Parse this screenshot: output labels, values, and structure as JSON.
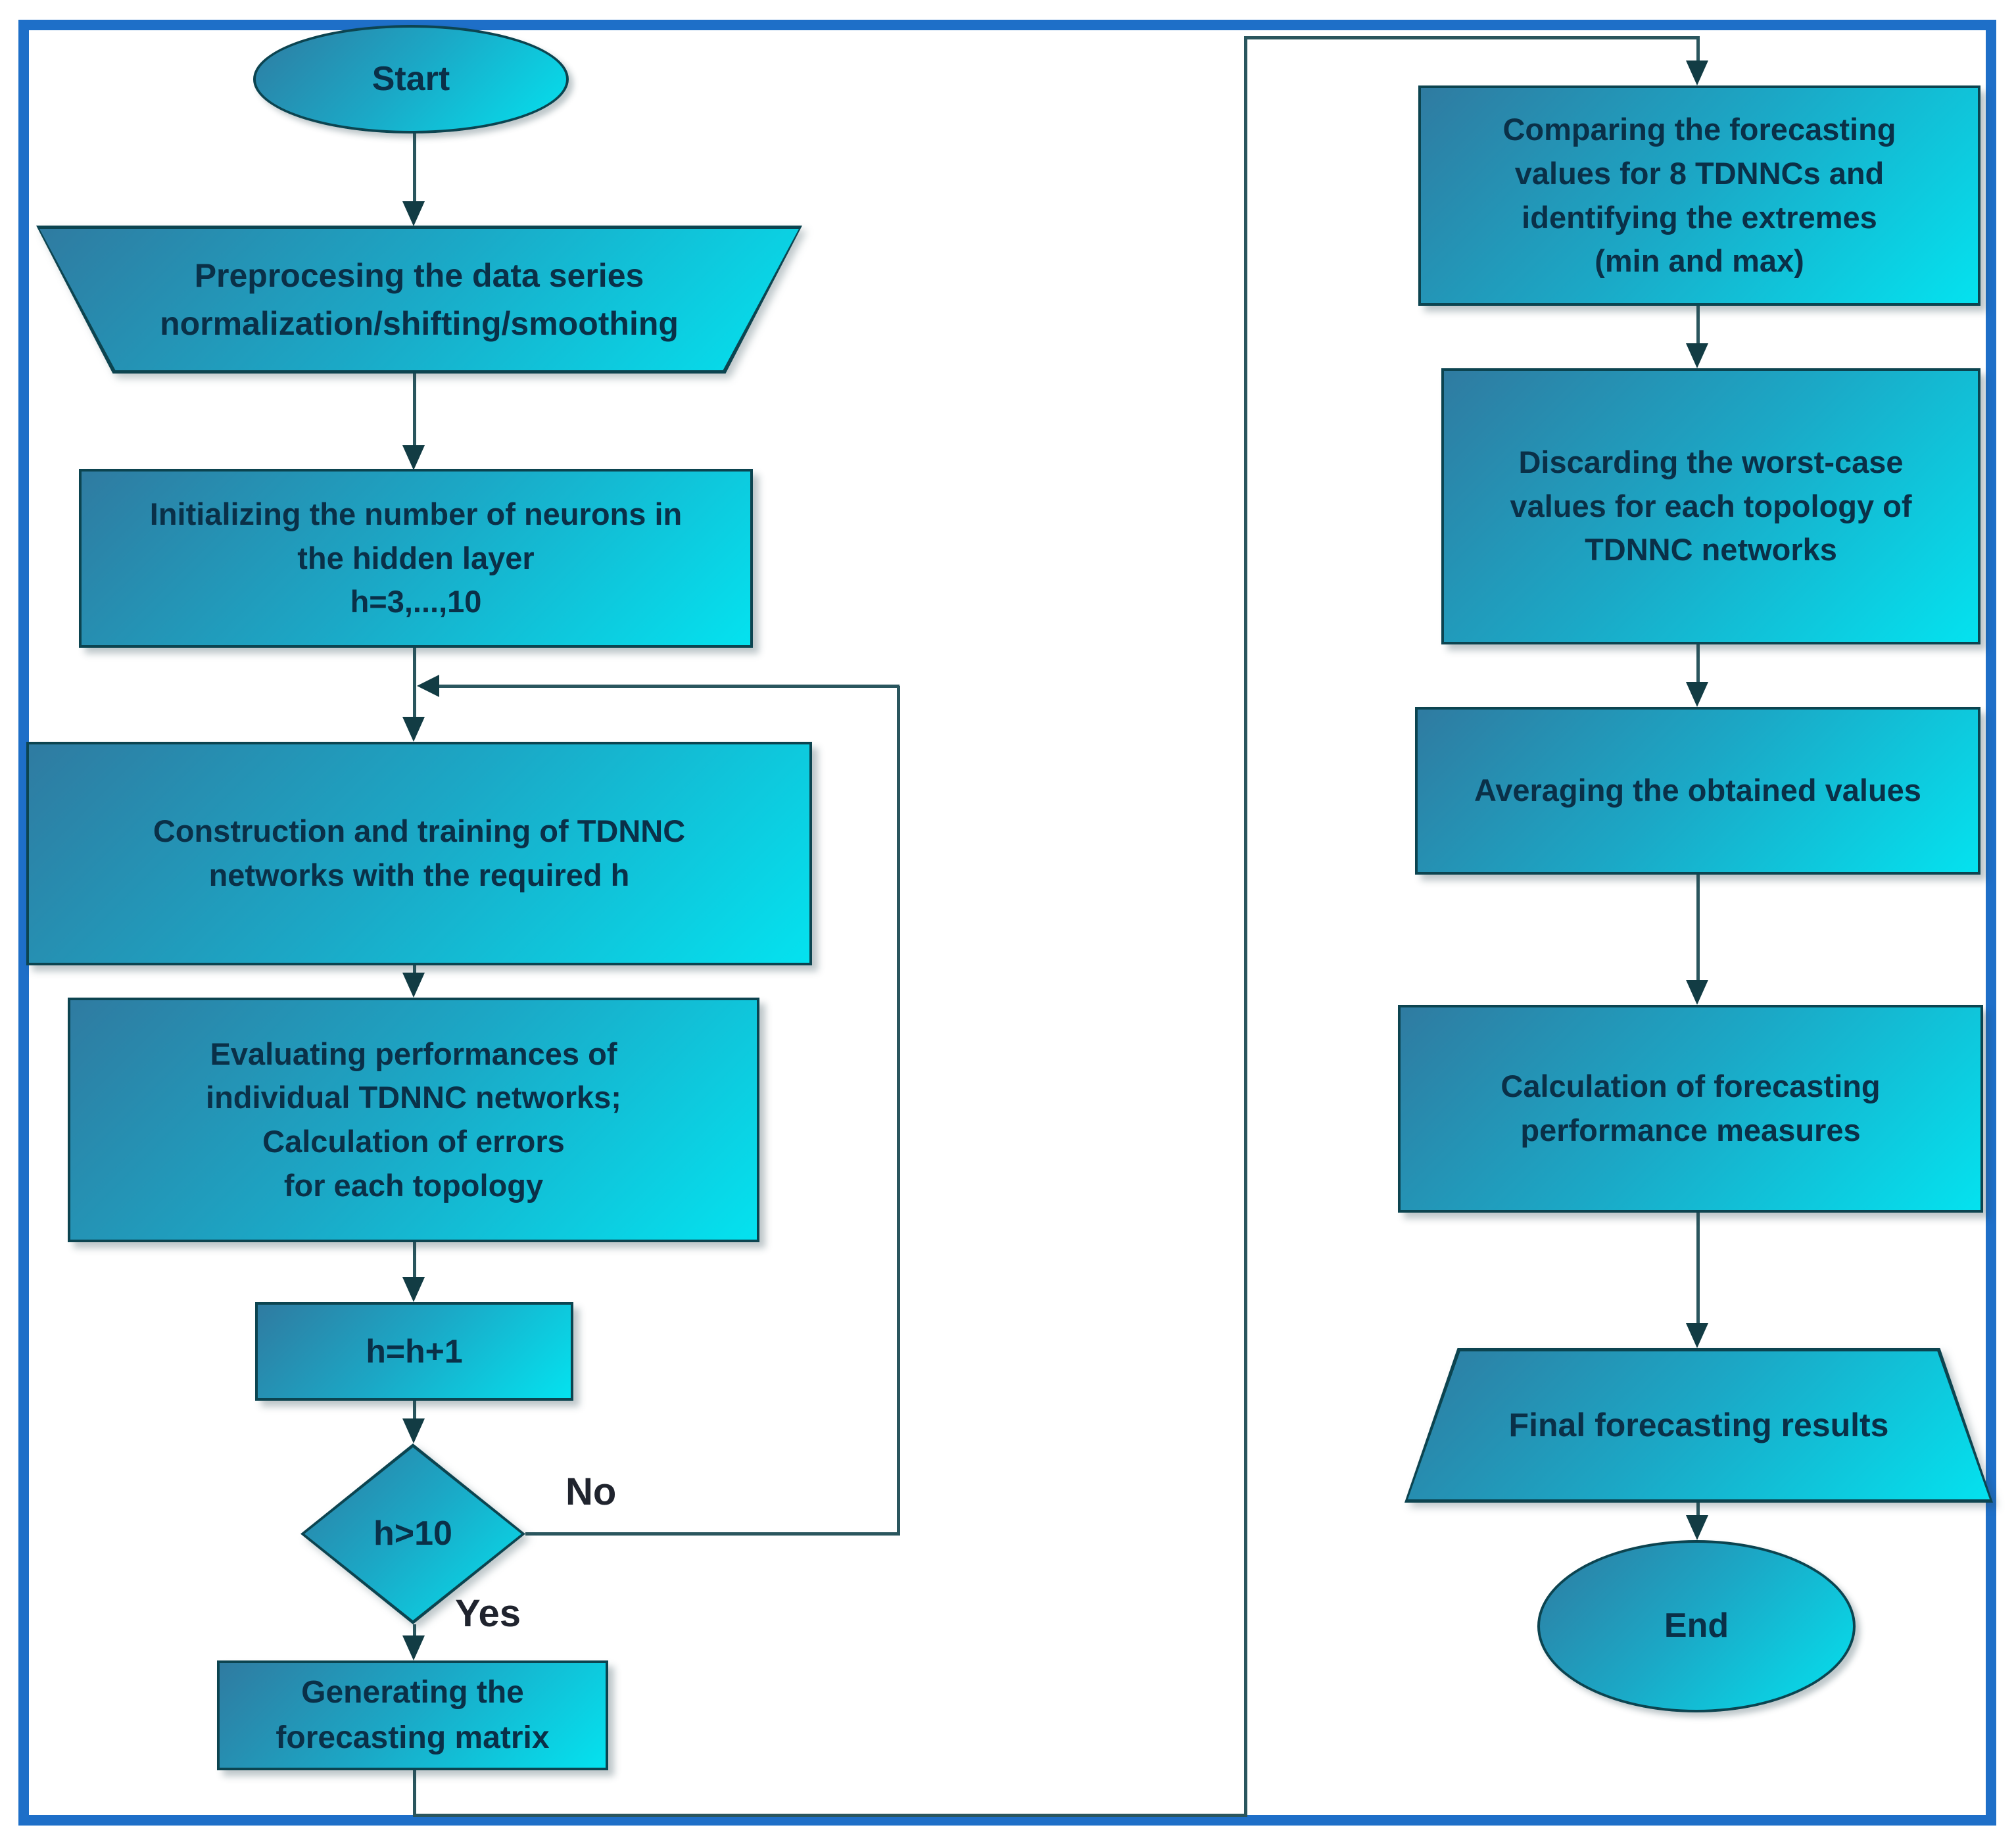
{
  "figure": {
    "kind": "flowchart"
  },
  "palette": {
    "frame_border": "#1e6fc8",
    "shape_fill_top_left": "#2f7ba1",
    "shape_fill_bottom_right": "#04e2ef",
    "shape_border": "#0c4450",
    "connector": "#2a565e",
    "arrowhead": "#123c44",
    "shape_text": "#0a3048",
    "edge_label_text": "#20242e"
  },
  "nodes": {
    "start": {
      "shape": "ellipse",
      "label": "Start"
    },
    "preprocessing": {
      "shape": "trapezoid",
      "lines": [
        "Preprocesing the data series",
        "normalization/shifting/smoothing"
      ]
    },
    "initializing": {
      "shape": "rect",
      "lines": [
        "Initializing the number of neurons in",
        "the hidden layer",
        "h=3,...,10"
      ]
    },
    "construction": {
      "shape": "rect",
      "lines": [
        "Construction and training of TDNNC",
        "networks with the required h"
      ]
    },
    "evaluating": {
      "shape": "rect",
      "lines": [
        "Evaluating performances of",
        "individual TDNNC networks;",
        "Calculation of errors",
        "for each topology"
      ]
    },
    "increment": {
      "shape": "rect",
      "label": "h=h+1"
    },
    "decision": {
      "shape": "diamond",
      "label": "h>10"
    },
    "generating": {
      "shape": "rect",
      "lines": [
        "Generating the",
        "forecasting matrix"
      ]
    },
    "comparing": {
      "shape": "rect",
      "lines": [
        "Comparing the forecasting",
        "values for 8 TDNNCs and",
        "identifying the extremes",
        "(min and max)"
      ]
    },
    "discarding": {
      "shape": "rect",
      "lines": [
        "Discarding the worst-case",
        "values for each topology of",
        "TDNNC networks"
      ]
    },
    "averaging": {
      "shape": "rect",
      "label": "Averaging the obtained values"
    },
    "calculation": {
      "shape": "rect",
      "lines": [
        "Calculation of forecasting",
        "performance measures"
      ]
    },
    "final": {
      "shape": "trapezoid",
      "label": "Final forecasting results"
    },
    "end": {
      "shape": "ellipse",
      "label": "End"
    }
  },
  "edge_labels": {
    "no": "No",
    "yes": "Yes"
  }
}
